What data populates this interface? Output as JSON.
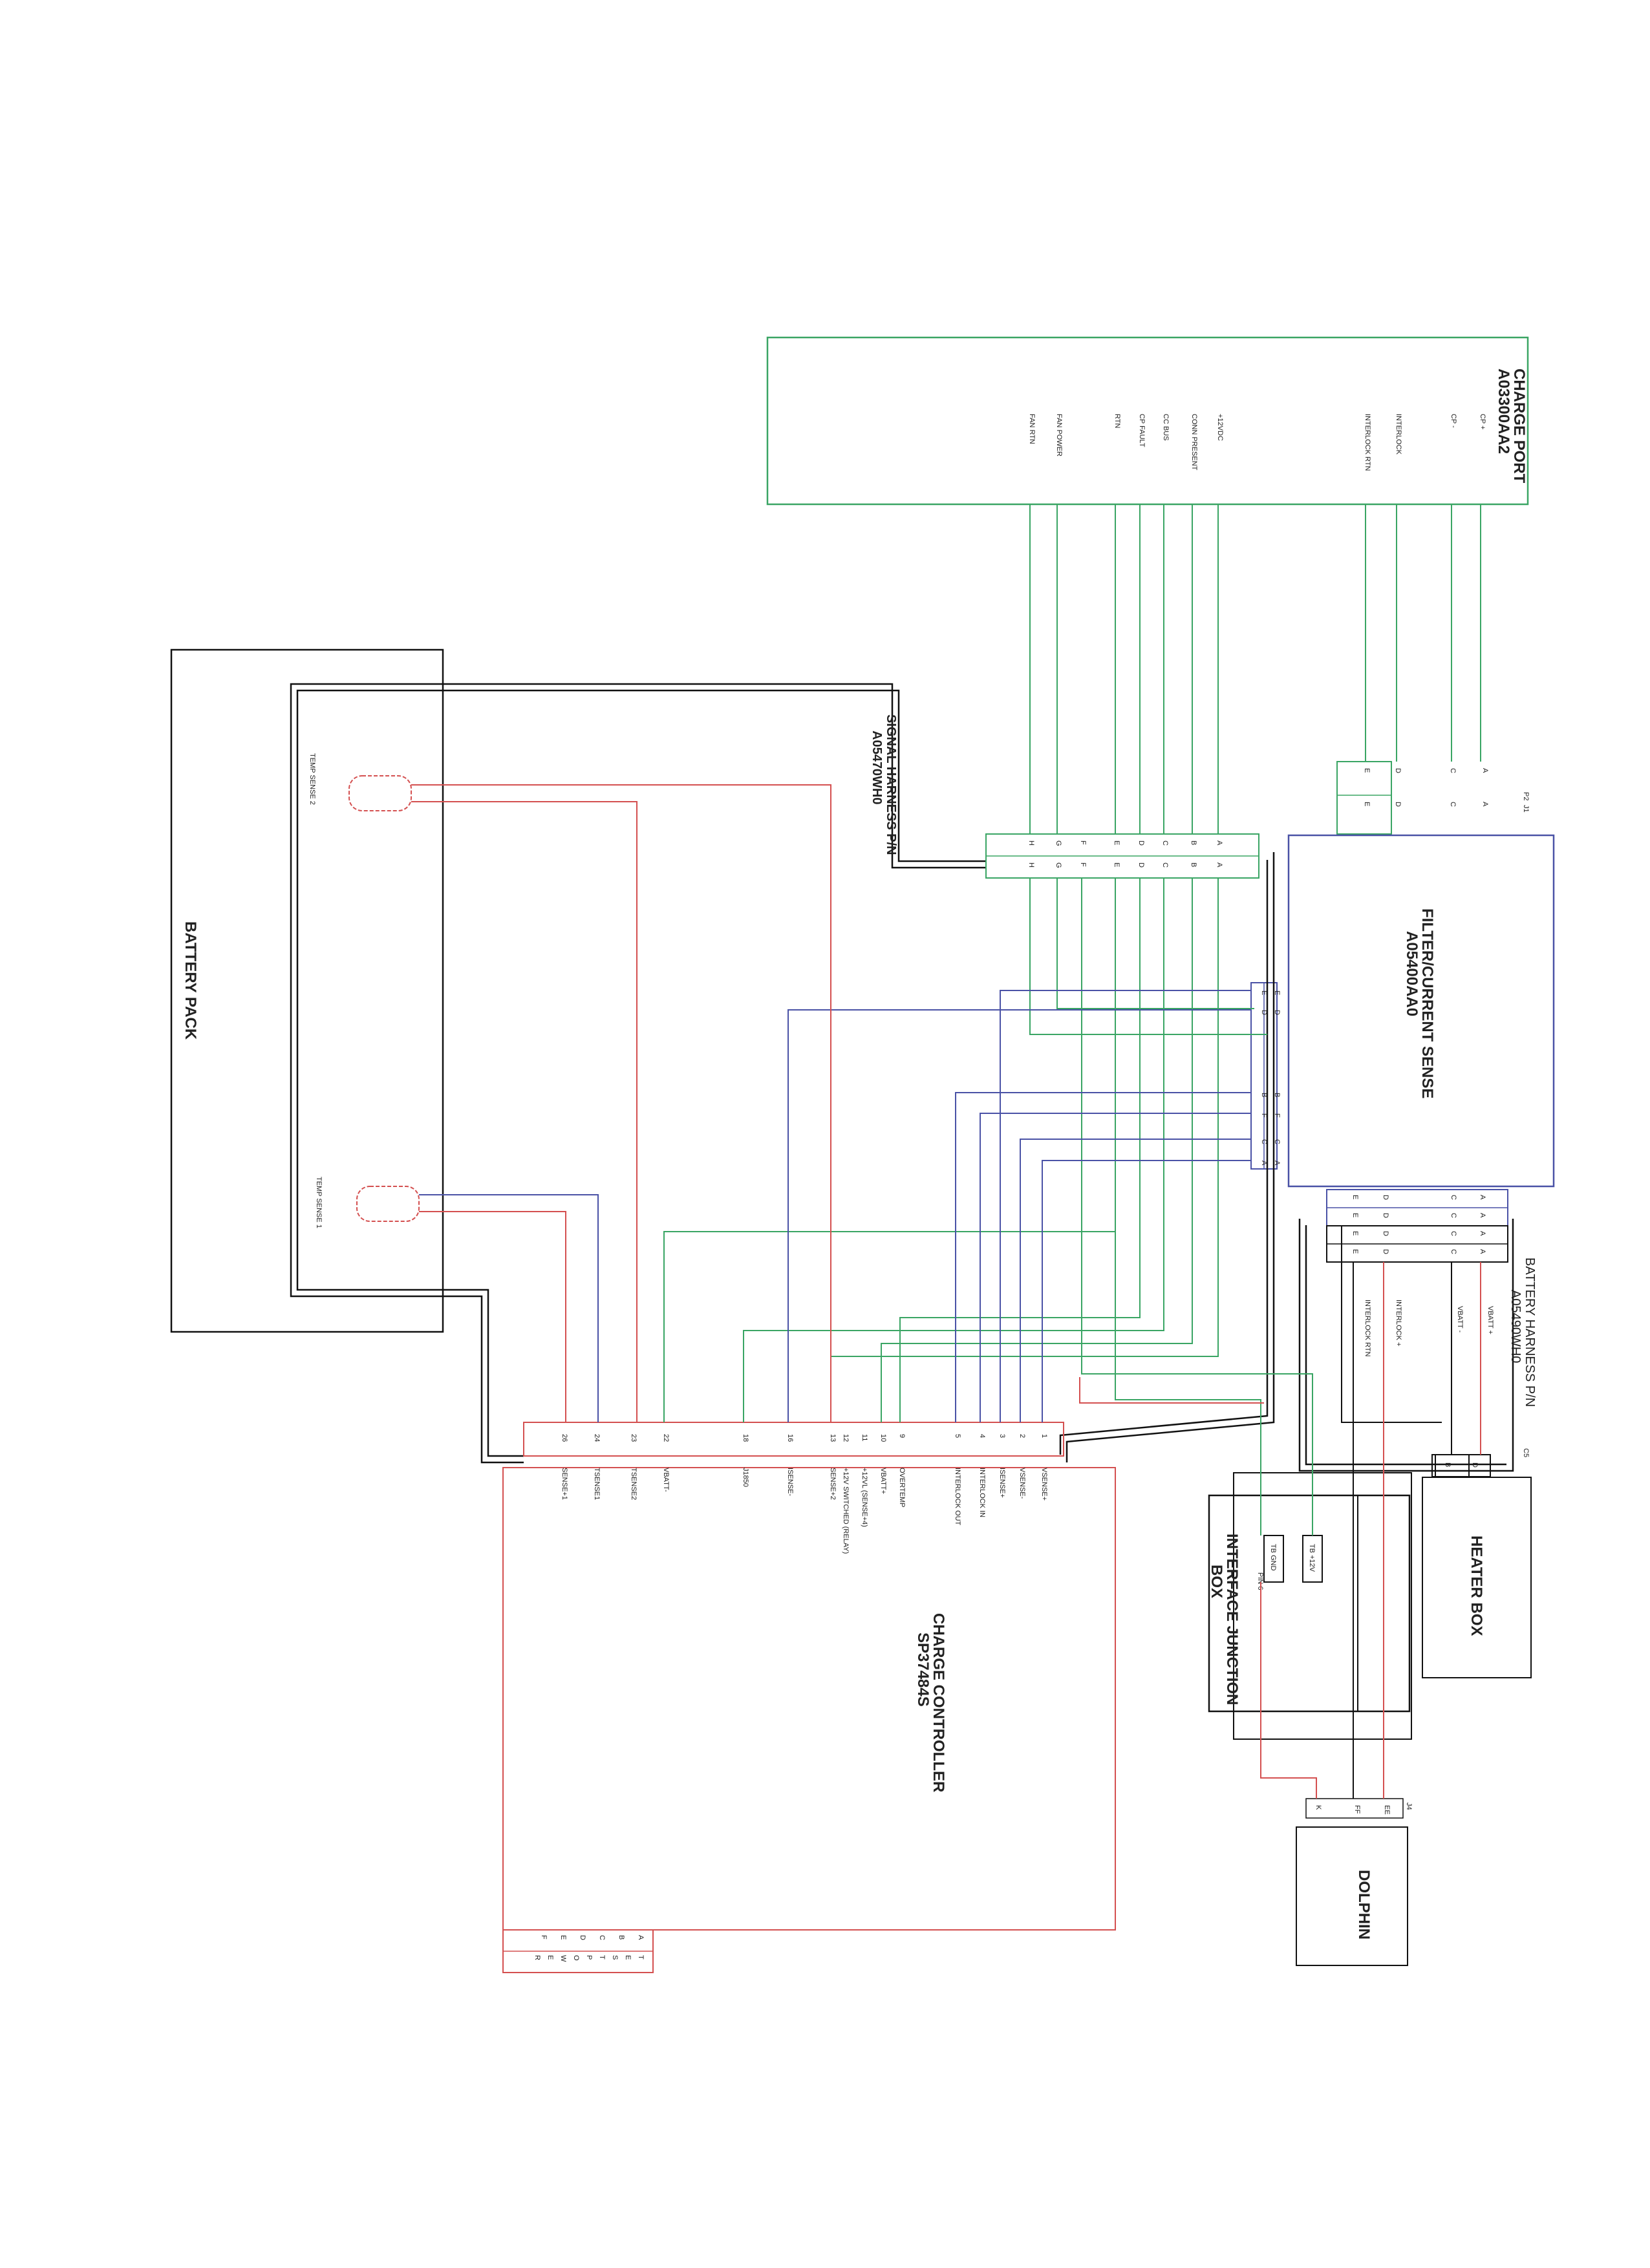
{
  "colors": {
    "green": "#3aa564",
    "blue": "#4a52a6",
    "red": "#d45050",
    "black": "#111111",
    "tan": "#b8a07a",
    "paper": "#ffffff"
  },
  "charge_port": {
    "title": "CHARGE PORT",
    "part": "A03300AA2",
    "pins": [
      "CP +",
      "CP -",
      "INTERLOCK",
      "INTERLOCK RTN",
      "+12VDC",
      "CONN PRESENT",
      "CC BUS",
      "CP FAULT",
      "RTN",
      "FAN POWER",
      "FAN RTN"
    ]
  },
  "p2j1": {
    "p2": "P2",
    "j1": "J1",
    "col1": [
      "A",
      "C",
      "D",
      "E"
    ],
    "col2": [
      "A",
      "C",
      "D",
      "E"
    ]
  },
  "filter": {
    "title": "FILTER/CURRENT SENSE",
    "part": "A05400AA0"
  },
  "filter_bottom_pins": {
    "col1": [
      "A",
      "C",
      "D",
      "E"
    ],
    "col2": [
      "A",
      "C",
      "D",
      "E"
    ]
  },
  "filter_left_connector": {
    "col1": [
      "A",
      "C",
      "F",
      "B",
      "D",
      "E"
    ],
    "col2": [
      "A",
      "C",
      "F",
      "B",
      "D",
      "E"
    ]
  },
  "signal_harness": {
    "title": "SIGNAL HARNESS P/N",
    "part": "A05470WH0",
    "col1": [
      "A",
      "B",
      "C",
      "D",
      "E",
      "F",
      "G",
      "H"
    ],
    "col2": [
      "A",
      "B",
      "C",
      "D",
      "E",
      "F",
      "G",
      "H"
    ]
  },
  "battery_pack": {
    "title": "BATTERY PACK"
  },
  "temp_sense": {
    "s2": "TEMP SENSE 2",
    "s1": "TEMP SENSE 1"
  },
  "battery_harness": {
    "title": "BATTERY HARNESS P/N",
    "part": "A05490WH0",
    "wires": [
      "VBATT +",
      "VBATT -",
      "INTERLOCK +",
      "INTERLOCK RTN"
    ],
    "c5": "C5",
    "pins": [
      "D",
      "B"
    ],
    "top_col1": [
      "A",
      "C",
      "D",
      "E"
    ],
    "top_col2": [
      "A",
      "C",
      "D",
      "E"
    ]
  },
  "heater_box": {
    "title": "HEATER BOX"
  },
  "charge_controller": {
    "title": "CHARGE CONTROLLER",
    "part": "SP37484S",
    "pin_numbers": [
      "1",
      "2",
      "3",
      "4",
      "5",
      "9",
      "10",
      "11",
      "12",
      "13",
      "16",
      "18",
      "22",
      "23",
      "24",
      "26"
    ],
    "pin_labels": [
      "VSENSE+",
      "VSENSE-",
      "ISENSE+",
      "INTERLOCK IN",
      "INTERLOCK OUT",
      "OVERTEMP",
      "VBATT+",
      "+12VL (SENSE+4)",
      "+12V SWITCHED (RELAY)",
      "SENSE+2",
      "ISENSE-",
      "J1850",
      "VBATT-",
      "TSENSE2",
      "TSENSE1",
      "SENSE+1"
    ],
    "bottom_connector": [
      "A",
      "B",
      "C",
      "D",
      "E",
      "F"
    ],
    "bottom_connector_2": [
      "T",
      "E",
      "S",
      "T",
      "P",
      "O",
      "W",
      "E",
      "R"
    ]
  },
  "interface_jb": {
    "title": "INTERFACE JUNCTION",
    "title2": "BOX",
    "tb1": "TB +12V",
    "tb2": "TB GND",
    "pin": "PIN 6"
  },
  "dolphin": {
    "title": "DOLPHIN",
    "connector": "J4",
    "pins": [
      "EE",
      "FF",
      "K"
    ]
  }
}
